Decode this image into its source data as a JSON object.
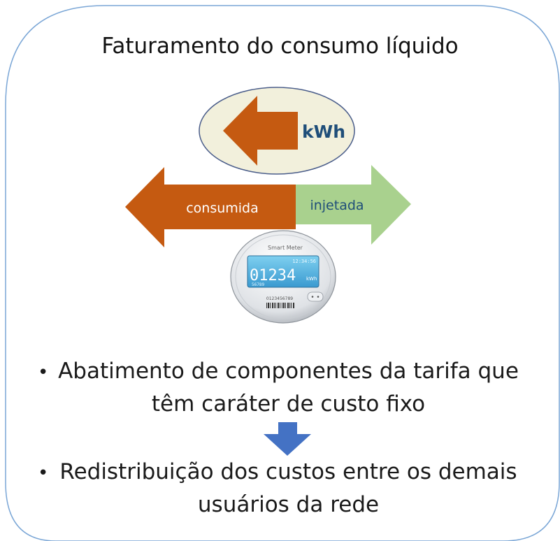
{
  "title": "Faturamento do consumo líquido",
  "diagram": {
    "unit_label": "kWh",
    "left_arrow_label": "consumida",
    "right_arrow_label": "injetada",
    "meter": {
      "brand": "Smart Meter",
      "time": "12:34:56",
      "reading": "01234",
      "reading_unit": "kWh",
      "sub_reading": "56789",
      "serial": "0123456789"
    }
  },
  "bullets": [
    {
      "marker": "•",
      "lines": [
        "Abatimento de componentes da tarifa que",
        "têm caráter de custo fixo"
      ]
    },
    {
      "marker": "•",
      "lines": [
        "Redistribuição dos custos entre os demais",
        "usuários da rede"
      ]
    }
  ],
  "colors": {
    "frame": "#7aa6d6",
    "ellipse_fill": "#f2f0dc",
    "ellipse_stroke": "#4a5d8a",
    "orange": "#c55a11",
    "green": "#a9d18e",
    "blue_arrow": "#4472c4",
    "kwh_text": "#1f4e79",
    "injetada_text": "#1f4e79"
  }
}
